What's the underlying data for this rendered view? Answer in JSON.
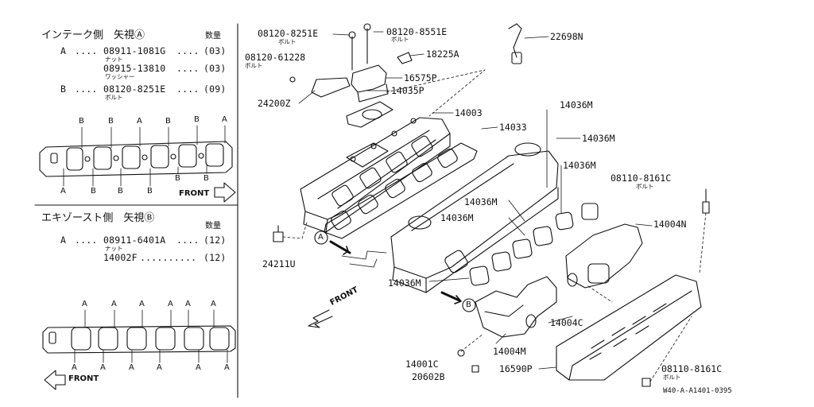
{
  "intake": {
    "title": "インテーク側　矢視Ⓐ",
    "qty_header": "数量",
    "rows": [
      {
        "key": "A",
        "part": "08911-1081G",
        "qty": "(03)",
        "sub": "ナット"
      },
      {
        "key": "",
        "part": "08915-13810",
        "qty": "(03)",
        "sub": "ワッシャー"
      },
      {
        "key": "B",
        "part": "08120-8251E",
        "qty": "(09)",
        "sub": "ボルト"
      }
    ],
    "top_marks": [
      "B",
      "B",
      "A",
      "B",
      "B",
      "A"
    ],
    "bottom_marks": [
      "A",
      "B",
      "B",
      "B",
      "B",
      "B"
    ],
    "front": "FRONT"
  },
  "exhaust": {
    "title": "エキゾースト側　矢視Ⓑ",
    "qty_header": "数量",
    "rows": [
      {
        "key": "A",
        "part": "08911-6401A",
        "qty": "(12)",
        "sub": "ナット"
      },
      {
        "key": "",
        "part": "14002F",
        "qty": "(12)",
        "sub": ""
      }
    ],
    "top_marks": [
      "A",
      "A",
      "A",
      "A",
      "A",
      "A"
    ],
    "bottom_marks": [
      "A",
      "A",
      "A",
      "A",
      "A",
      "A"
    ],
    "front": "FRONT"
  },
  "callouts": {
    "p08120_8251E": "08120-8251E",
    "p08120_8551E": "08120-8551E",
    "bolt1": "ボルト",
    "bolt2": "ボルト",
    "p08120_61228": "08120-61228",
    "bolt3": "ボルト",
    "p18225A": "18225A",
    "p16575P": "16575P",
    "p14035P": "14035P",
    "p24200Z": "24200Z",
    "p14003": "14003",
    "p14033": "14033",
    "p22698N": "22698N",
    "p14036M_a": "14036M",
    "p14036M_b": "14036M",
    "p14036M_c": "14036M",
    "p14036M_d": "14036M",
    "p14036M_e": "14036M",
    "p14036M_f": "14036M",
    "p08110_8161C_a": "08110-8161C",
    "bolt4": "ボルト",
    "p14004N": "14004N",
    "p24211U": "24211U",
    "p14004C": "14004C",
    "p14004M": "14004M",
    "p14001C": "14001C",
    "p20602B": "20602B",
    "p16590P": "16590P",
    "p08110_8161C_b": "08110-8161C",
    "bolt5": "ボルト",
    "view_a": "A",
    "view_b": "B",
    "front": "FRONT",
    "drawing_no": "W40-A-A1401-0395"
  }
}
